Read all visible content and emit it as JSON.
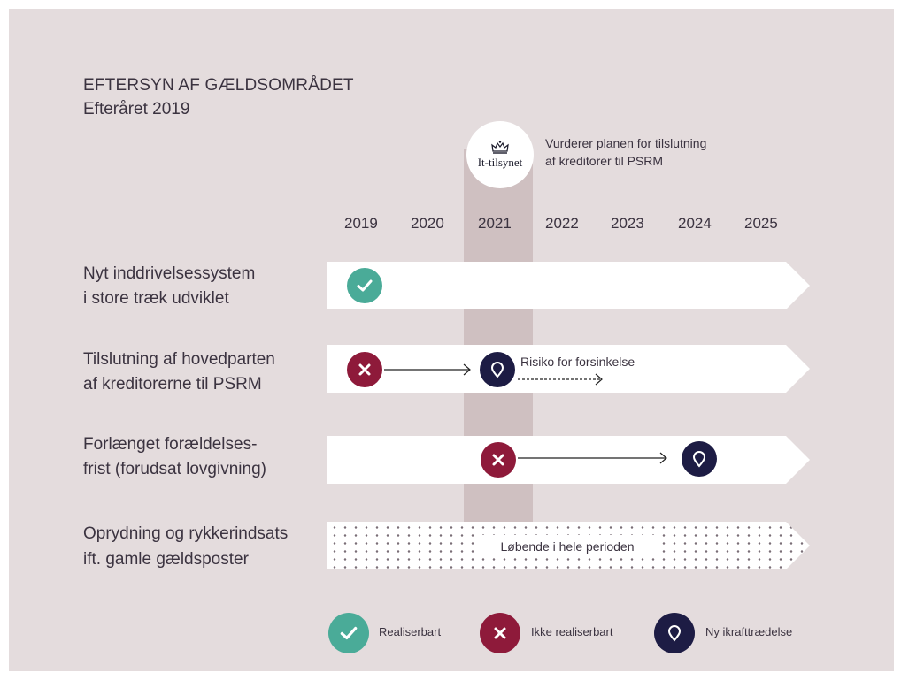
{
  "header": {
    "title": "EFTERSYN AF GÆLDSOMRÅDET",
    "subtitle": "Efteråret 2019"
  },
  "logo": {
    "name": "It-tilsynet",
    "note_line1": "Vurderer planen for tilslutning",
    "note_line2": "af kreditorer til PSRM"
  },
  "years": [
    "2019",
    "2020",
    "2021",
    "2022",
    "2023",
    "2024",
    "2025"
  ],
  "highlight_year": "2021",
  "rows": [
    {
      "label_line1": "Nyt inddrivelsessystem",
      "label_line2": "i store træk udviklet",
      "markers": [
        {
          "year": "2019",
          "status": "Realiserbart"
        }
      ]
    },
    {
      "label_line1": "Tilslutning af hovedparten",
      "label_line2": "af kreditorerne til PSRM",
      "markers": [
        {
          "year": "2019",
          "status": "Ikke realiserbart"
        },
        {
          "year": "2021",
          "status": "Ny ikrafttrædelse"
        }
      ],
      "note": "Risiko for forsinkelse"
    },
    {
      "label_line1": "Forlænget forældelses-",
      "label_line2": "frist (forudsat lovgivning)",
      "markers": [
        {
          "year": "2021",
          "status": "Ikke realiserbart"
        },
        {
          "year": "2024",
          "status": "Ny ikrafttrædelse"
        }
      ]
    },
    {
      "label_line1": "Oprydning og rykkerindsats",
      "label_line2": "ift. gamle gældsposter",
      "continuous": "Løbende i hele perioden"
    }
  ],
  "legend": [
    {
      "label": "Realiserbart",
      "color": "#4aab98",
      "icon": "check-icon"
    },
    {
      "label": "Ikke realiserbart",
      "color": "#8e1a3a",
      "icon": "cross-icon"
    },
    {
      "label": "Ny ikrafttrædelse",
      "color": "#1d1c44",
      "icon": "map-pin-icon"
    }
  ]
}
